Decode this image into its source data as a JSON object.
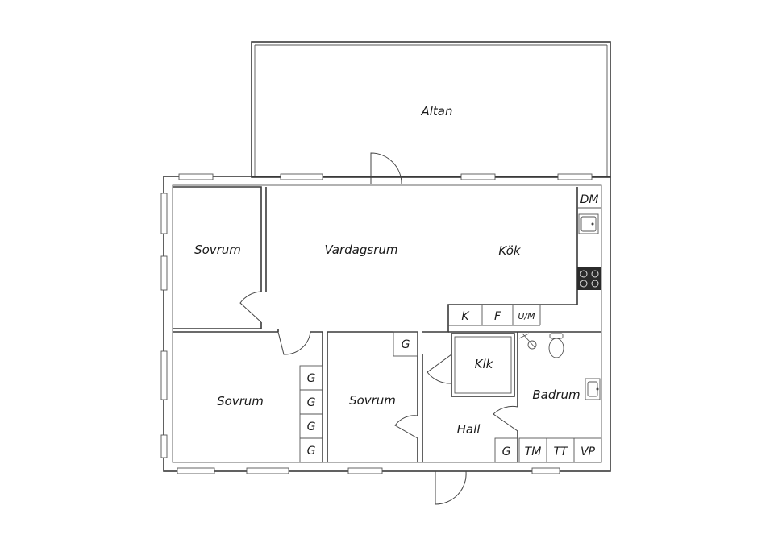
{
  "rooms": {
    "altan": "Altan",
    "sovrum_1": "Sovrum",
    "vardagsrum": "Vardagsrum",
    "kok": "Kök",
    "sovrum_2": "Sovrum",
    "sovrum_3": "Sovrum",
    "klk": "Klk",
    "badrum": "Badrum",
    "hall": "Hall"
  },
  "fixtures": {
    "dm": "DM",
    "k": "K",
    "f": "F",
    "um": "U/M",
    "g": "G",
    "tm": "TM",
    "tt": "TT",
    "vp": "VP"
  },
  "colors": {
    "wall": "#3a3a3a",
    "stove": "#2b2b2b"
  }
}
